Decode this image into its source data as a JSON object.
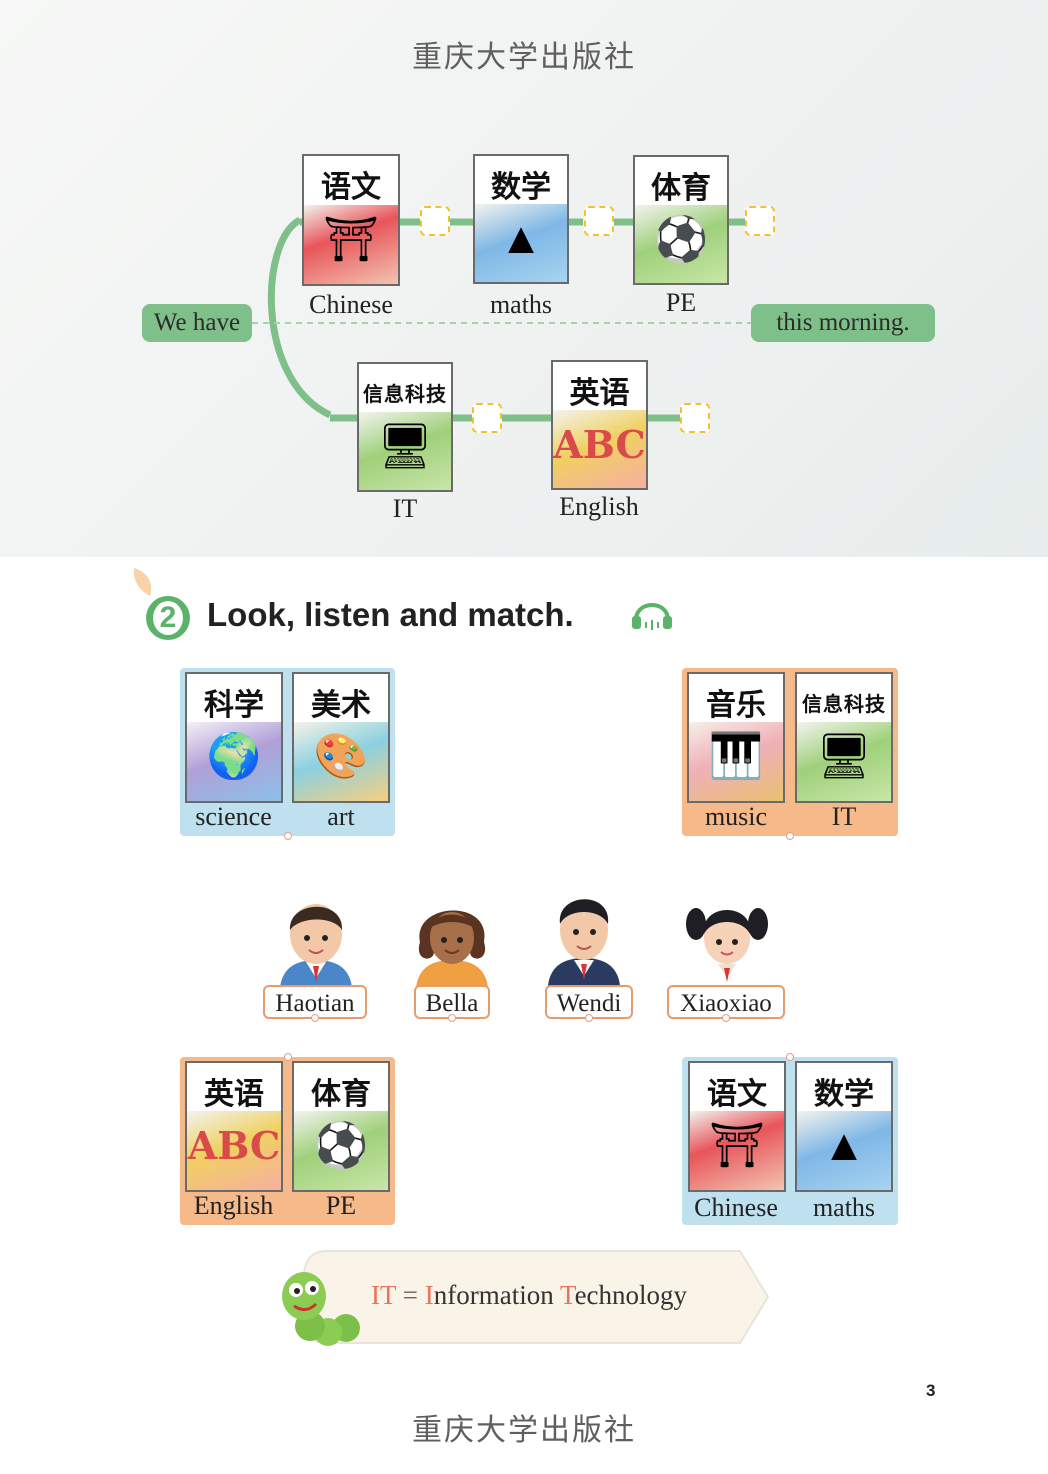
{
  "publisher": "重庆大学出版社",
  "top": {
    "we_have": "We have",
    "this_morning": "this morning.",
    "cards": [
      {
        "title": "语文",
        "label": "Chinese",
        "icon": "pagoda-icon",
        "color": "#e8555a"
      },
      {
        "title": "数学",
        "label": "maths",
        "icon": "blocks-icon",
        "color": "#5aa0d8"
      },
      {
        "title": "体育",
        "label": "PE",
        "icon": "balls-icon",
        "color": "#8cc96a"
      },
      {
        "title": "信息科技",
        "label": "IT",
        "icon": "computer-icon",
        "color": "#8cc96a"
      },
      {
        "title": "英语",
        "label": "English",
        "icon": "abc-icon",
        "color": "#f0d060"
      }
    ]
  },
  "activity": {
    "number": "2",
    "title": "Look, listen and match."
  },
  "groups": [
    {
      "cards": [
        {
          "title": "科学",
          "label": "science"
        },
        {
          "title": "美术",
          "label": "art"
        }
      ],
      "bg": "#bfe0ef"
    },
    {
      "cards": [
        {
          "title": "音乐",
          "label": "music"
        },
        {
          "title": "信息科技",
          "label": "IT"
        }
      ],
      "bg": "#f6b98a"
    },
    {
      "cards": [
        {
          "title": "英语",
          "label": "English"
        },
        {
          "title": "体育",
          "label": "PE"
        }
      ],
      "bg": "#f6b98a"
    },
    {
      "cards": [
        {
          "title": "语文",
          "label": "Chinese"
        },
        {
          "title": "数学",
          "label": "maths"
        }
      ],
      "bg": "#bfe0ef"
    }
  ],
  "children": [
    {
      "name": "Haotian"
    },
    {
      "name": "Bella"
    },
    {
      "name": "Wendi"
    },
    {
      "name": "Xiaoxiao"
    }
  ],
  "tip": {
    "p1": "IT",
    "eq": " = ",
    "i": "I",
    "nformation": "nformation ",
    "t": "T",
    "echnology": "echnology"
  },
  "page_number": "3",
  "accent_green": "#7fc08a",
  "accent_orange": "#f6b98a",
  "accent_blue": "#bfe0ef"
}
